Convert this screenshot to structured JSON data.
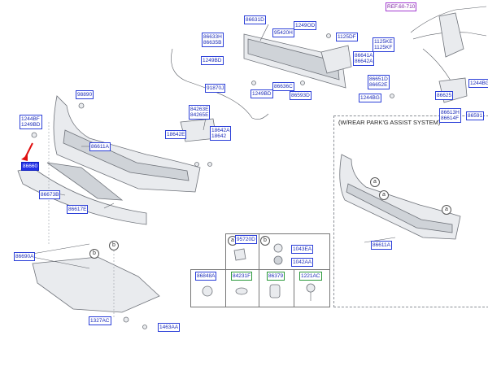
{
  "inset": {
    "title": "(W/REAR PARK'G ASSIST SYSTEM)"
  },
  "labels": {
    "ref_60_710": "REF.60-710",
    "p86631D": "86631D",
    "p86633H": "86633H",
    "p86635B": "86635B",
    "p95420H": "95420H",
    "p12490D_top": "1249OD",
    "p1125DF": "1125DF",
    "p1125KE": "1125KE",
    "p1125KF": "1125KF",
    "p1249BD_mid": "1249BD",
    "p86641A": "86641A",
    "p86642A": "86642A",
    "p91870J": "91870J",
    "p86636C": "86636C",
    "p12498D": "1249BD",
    "p86593D": "86593D",
    "p86651D": "86651D",
    "p86652E": "86652E",
    "p1244BG_r": "1244BG",
    "p1244BG_rc": "1244BG",
    "p86625": "86625",
    "p86613H": "86613H",
    "p86614F": "86614F",
    "p86591": "86591",
    "p98890": "98890",
    "p1244BF": "1244BF",
    "p1249BD_l": "1249BD",
    "p86611A": "86611A",
    "p86660_sel": "86660",
    "p86673B": "86673B",
    "p86617E": "86617E",
    "p86690A": "86690A",
    "p1327AC": "1327AC",
    "p1463AA": "1463AA",
    "p84263E": "84263E",
    "p84265E": "84265E",
    "p18642E": "18642E",
    "p18642A": "18642A",
    "p18642": "18642",
    "p86611A_inset": "86611A",
    "p95720D": "95720D",
    "p1043EA": "1043EA",
    "p1042AA": "1042AA",
    "p86848A": "86848A",
    "p84231F": "84231F",
    "p86379": "86379",
    "p1221AC": "1221AC"
  },
  "circles": {
    "a": "a",
    "b": "b"
  }
}
